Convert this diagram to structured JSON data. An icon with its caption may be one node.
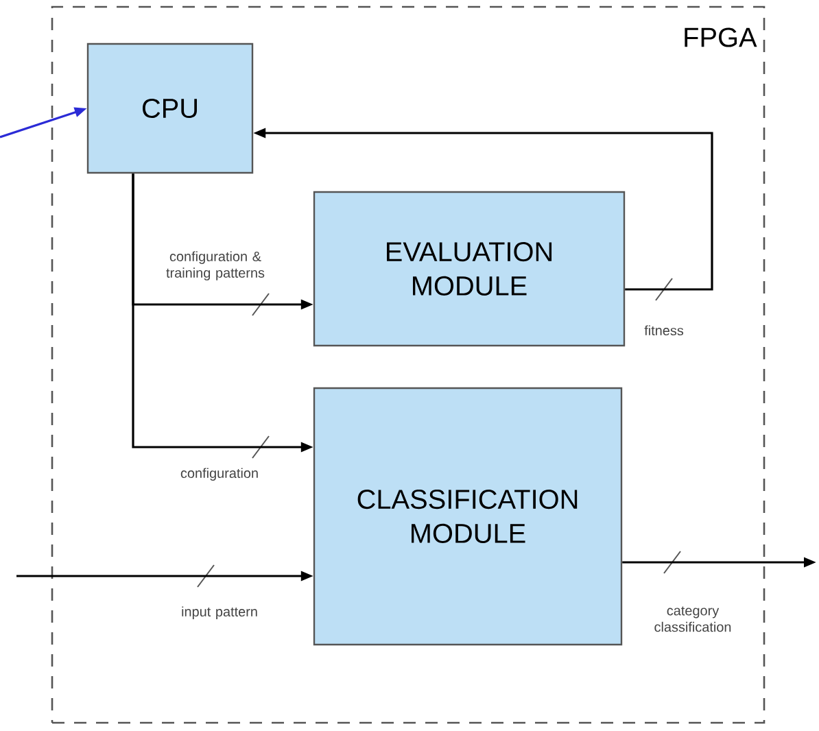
{
  "diagram": {
    "nodes": [
      {
        "text": [
          "FPGA"
        ]
      },
      {
        "text": [
          "CPU"
        ],
        "in": 0
      },
      {
        "text": [
          "EVALUATION MODULE"
        ],
        "in": 0
      },
      {
        "text": [
          "CLASSIFICATION MODULE"
        ],
        "in": 0
      }
    ],
    "edges": [
      {
        "from": null,
        "to": 1,
        "arrow": "to",
        "color": "#2b2bd6"
      },
      {
        "from": 1,
        "to": 2,
        "arrow": "to",
        "label": "configuration & training patterns"
      },
      {
        "from": 1,
        "to": 3,
        "arrow": "to",
        "label": "configuration"
      },
      {
        "from": 2,
        "to": 1,
        "arrow": "to",
        "label": "fitness"
      },
      {
        "from": null,
        "to": 3,
        "arrow": "to",
        "label": "input pattern"
      },
      {
        "from": 3,
        "to": null,
        "arrow": "to",
        "label": "category classification"
      }
    ]
  }
}
